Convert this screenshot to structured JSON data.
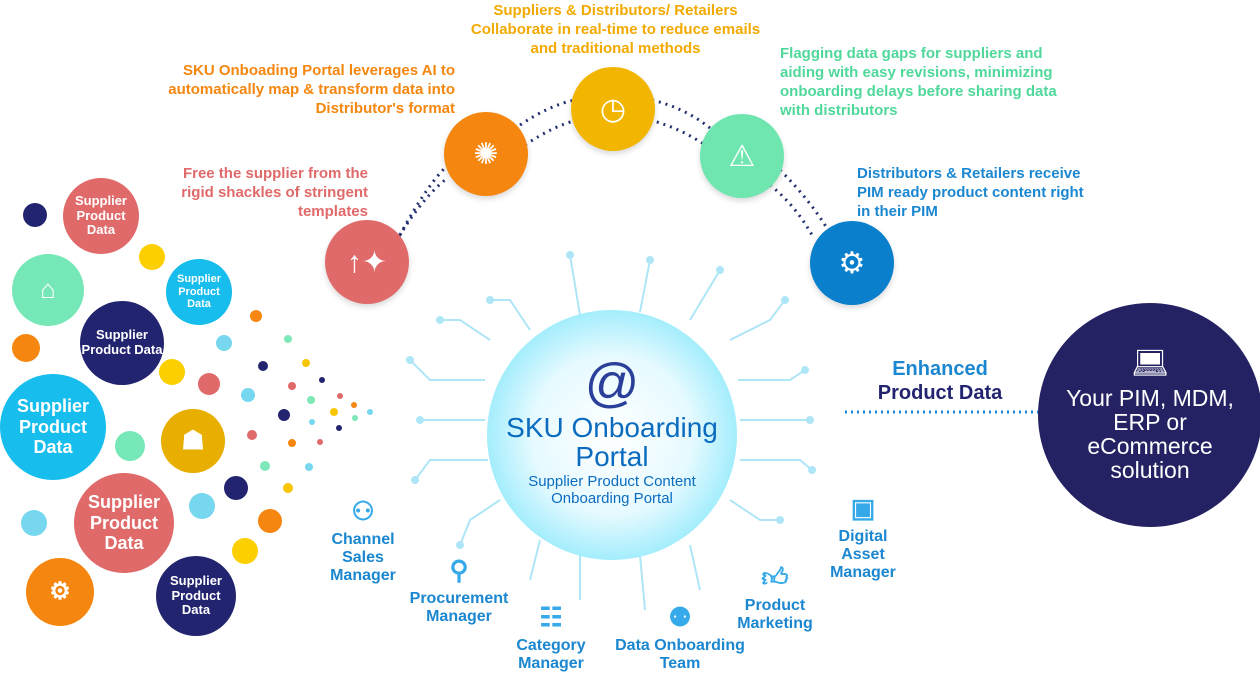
{
  "bubbles": {
    "label": "Supplier Product Data"
  },
  "steps": [
    {
      "text": "Free the supplier from the rigid shackles of stringent templates",
      "color": "#e06a6a",
      "icon": "upload-sparkle-icon"
    },
    {
      "text": "SKU Onboading Portal leverages AI to automatically map & transform data into Distributor's format",
      "color": "#f5860f",
      "icon": "ai-brain-icon"
    },
    {
      "text": "Suppliers & Distributors/ Retailers Collaborate in real-time to reduce emails and traditional methods",
      "color": "#f2b600",
      "icon": "clock-sync-icon"
    },
    {
      "text": "Flagging data gaps for suppliers and aiding with easy revisions, minimizing onboarding delays before sharing data with distributors",
      "color": "#4fd89a",
      "icon": "warning-window-icon"
    },
    {
      "text": "Distributors & Retailers receive PIM ready product content right in their PIM",
      "color": "#1b87d0",
      "icon": "gear-hand-icon"
    }
  ],
  "center": {
    "title": "SKU Onboarding Portal",
    "subtitle": "Supplier Product Content Onboarding Portal"
  },
  "enhanced": {
    "line1": "Enhanced",
    "line2": "Product Data"
  },
  "target": {
    "text": "Your PIM, MDM, ERP or eCommerce solution"
  },
  "roles": [
    "Channel Sales Manager",
    "Procurement Manager",
    "Category Manager",
    "Data Onboarding Team",
    "Product Marketing",
    "Digital Asset Manager"
  ]
}
